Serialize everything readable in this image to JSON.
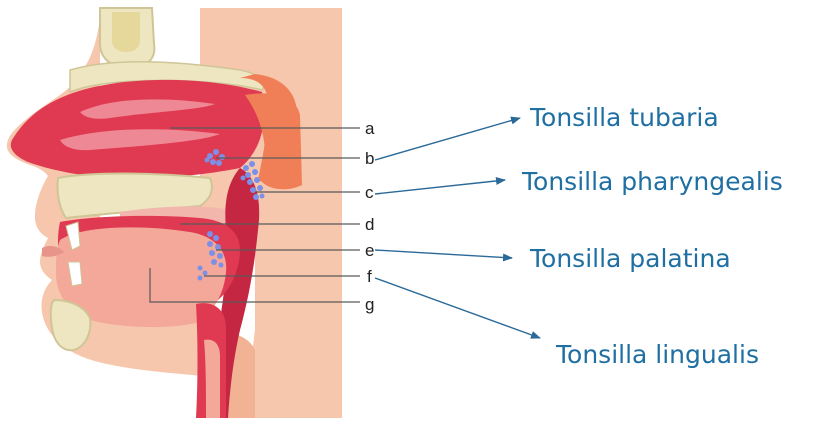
{
  "diagram": {
    "colors": {
      "background": "#ffffff",
      "skin": "#f6c7ad",
      "skin_shadow": "#f1b394",
      "mucosa": "#e03a52",
      "mucosa_dark": "#c52641",
      "mucosa_light": "#ee8894",
      "tongue": "#f3a89a",
      "bone": "#ede6c0",
      "bone_edge": "#cfc596",
      "tonsil": "#7b90e6",
      "label_line": "#5a5a5a",
      "label_text": "#222222",
      "pointer": "#2b6a98",
      "term_text": "#1f6fa3"
    },
    "labels": [
      "a",
      "b",
      "c",
      "d",
      "e",
      "f",
      "g"
    ],
    "terms": [
      {
        "text": "Tonsilla tubaria",
        "points_to": "b"
      },
      {
        "text": "Tonsilla pharyngealis",
        "points_to": "c"
      },
      {
        "text": "Tonsilla palatina",
        "points_to": "e"
      },
      {
        "text": "Tonsilla lingualis",
        "points_to": "f"
      }
    ]
  }
}
